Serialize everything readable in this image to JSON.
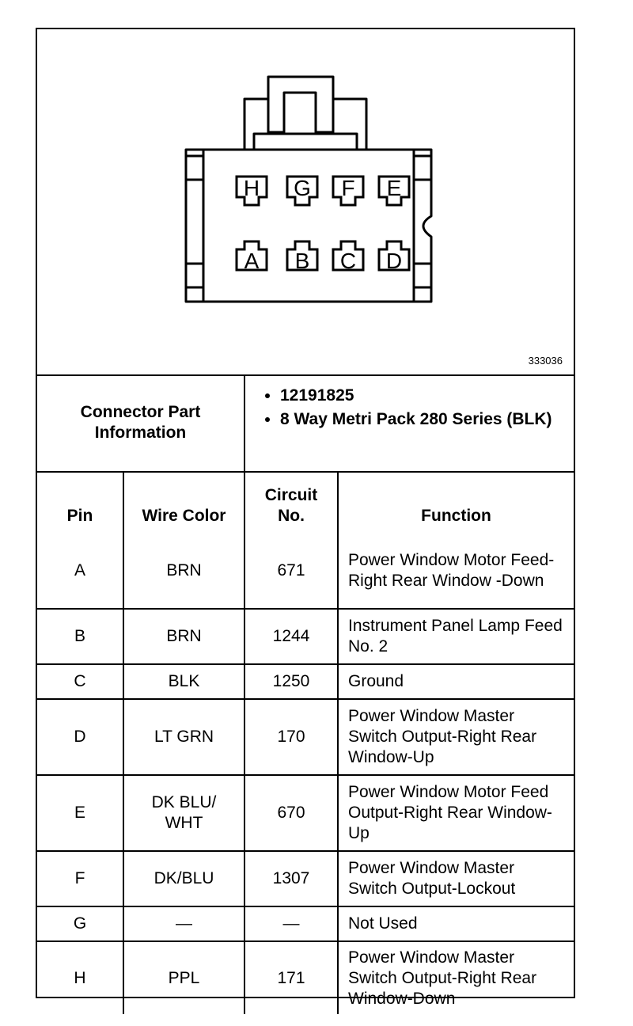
{
  "diagram": {
    "figure_id": "333036",
    "pins_top": [
      "H",
      "G",
      "F",
      "E"
    ],
    "pins_bottom": [
      "A",
      "B",
      "C",
      "D"
    ]
  },
  "info": {
    "label": "Connector Part Information",
    "items": [
      "12191825",
      "8 Way Metri Pack 280 Series (BLK)"
    ]
  },
  "headers": {
    "pin": "Pin",
    "wire_color": "Wire Color",
    "circuit": "Circuit No.",
    "function": "Function"
  },
  "rows": [
    {
      "pin": "A",
      "wire_color": "BRN",
      "circuit": "671",
      "function": "Power Window Motor Feed-Right Rear Window -Down"
    },
    {
      "pin": "B",
      "wire_color": "BRN",
      "circuit": "1244",
      "function": "Instrument Panel Lamp Feed No. 2"
    },
    {
      "pin": "C",
      "wire_color": "BLK",
      "circuit": "1250",
      "function": "Ground"
    },
    {
      "pin": "D",
      "wire_color": "LT GRN",
      "circuit": "170",
      "function": "Power Window Master Switch Output-Right Rear Window-Up"
    },
    {
      "pin": "E",
      "wire_color": "DK BLU/ WHT",
      "circuit": "670",
      "function": "Power Window Motor Feed Output-Right Rear Window-Up"
    },
    {
      "pin": "F",
      "wire_color": "DK/BLU",
      "circuit": "1307",
      "function": "Power Window Master Switch Output-Lockout"
    },
    {
      "pin": "G",
      "wire_color": "—",
      "circuit": "—",
      "function": "Not Used"
    },
    {
      "pin": "H",
      "wire_color": "PPL",
      "circuit": "171",
      "function": "Power Window Master Switch Output-Right Rear Window-Down"
    }
  ]
}
